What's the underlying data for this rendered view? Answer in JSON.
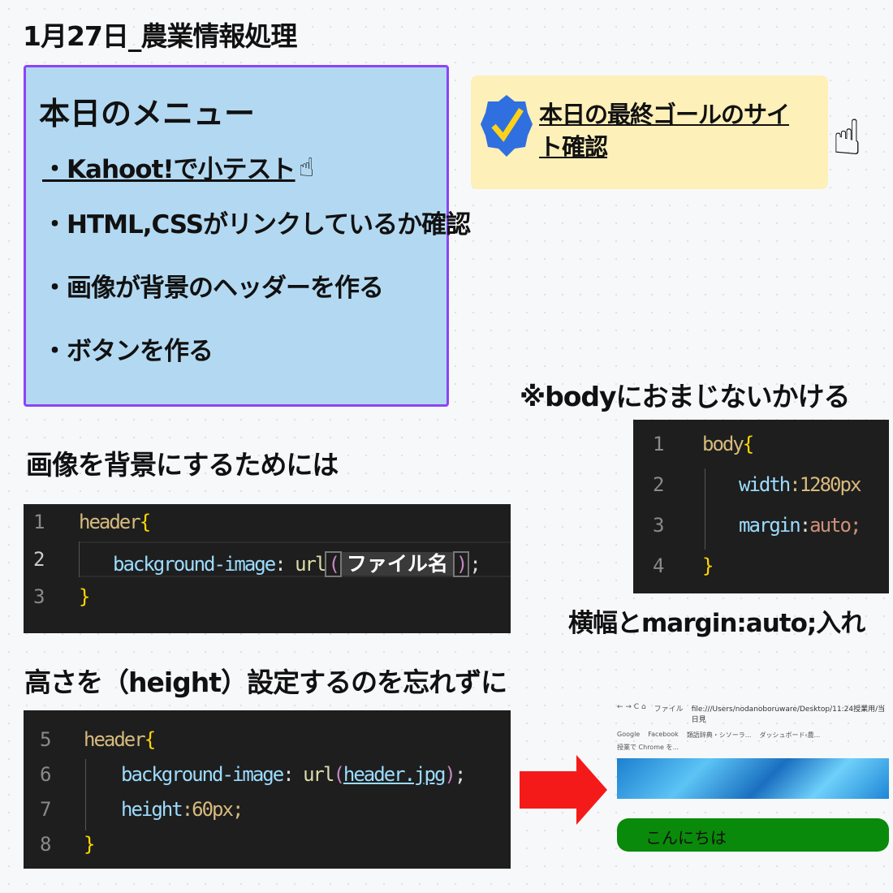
{
  "title": "1月27日_農業情報処理",
  "menu": {
    "title": "本日のメニュー",
    "items": [
      "・Kahoot!で小テスト",
      "・HTML,CSSがリンクしているか確認",
      "・画像が背景のヘッダーを作る",
      "・ボタンを作る"
    ]
  },
  "goal": {
    "link": "本日の最終ゴールのサイト確認"
  },
  "bg_section": {
    "heading": "画像を背景にするためには",
    "line_numbers": [
      "1",
      "2",
      "3"
    ],
    "selector": "header",
    "brace_open": "{",
    "property": "background-image",
    "colon": ": ",
    "func": "url",
    "paren_open": "(",
    "placeholder": "ファイル名",
    "paren_close": ")",
    "semi": ";",
    "brace_close": "}"
  },
  "height_section": {
    "heading": "高さを（height）設定するのを忘れずに",
    "line_numbers": [
      "5",
      "6",
      "7",
      "8"
    ],
    "selector": "header",
    "brace_open": "{",
    "property": "background-image",
    "colon": ": ",
    "func": "url",
    "paren_open": "(",
    "file": "header.jpg",
    "paren_close": ")",
    "semi": ";",
    "prop2": "height",
    "val2": ":60px;",
    "brace_close": "}"
  },
  "body_section": {
    "heading": "※bodyにおまじないかける",
    "line_numbers": [
      "1",
      "2",
      "3",
      "4"
    ],
    "selector": "body",
    "brace_open": "{",
    "prop1": "width",
    "val1": ":1280px",
    "prop2": "margin",
    "colon": ":",
    "val2": "auto;",
    "brace_close": "}",
    "caption": "横幅とmargin:auto;入れ"
  },
  "browser": {
    "address_label": "ファイル",
    "url": "file:///Users/nodanoboruware/Desktop/11:24授業用/当日見",
    "bookmarks": [
      "Google",
      "Facebook",
      "類語辞典・シソーラ...",
      "ダッシュボード‹農...",
      "授業で Chrome を..."
    ],
    "button_text": "こんにちは"
  },
  "colors": {
    "accent_border": "#8b44f7",
    "menu_bg": "#b3d9f2",
    "goal_bg": "#fdf0b8",
    "arrow": "#f51a1a",
    "green_button": "#0a8a0a"
  }
}
